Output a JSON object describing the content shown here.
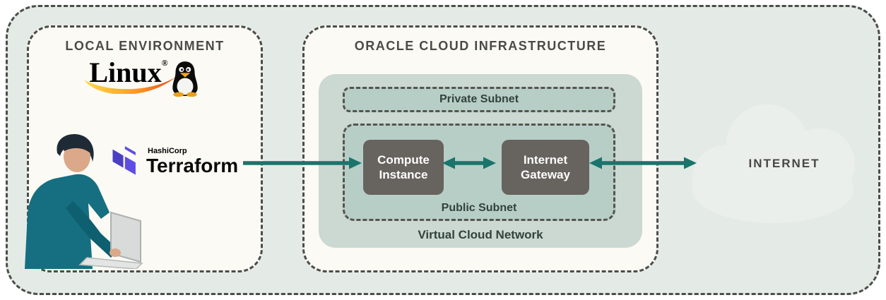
{
  "local_environment": {
    "title": "LOCAL ENVIRONMENT",
    "linux_wordmark": "Linux",
    "linux_reg_mark": "®",
    "terraform_brand": "HashiCorp",
    "terraform_wordmark": "Terraform"
  },
  "oracle_cloud": {
    "title": "ORACLE CLOUD INFRASTRUCTURE",
    "vcn_label": "Virtual Cloud Network",
    "private_subnet_label": "Private Subnet",
    "public_subnet_label": "Public Subnet",
    "compute_instance_label": "Compute Instance",
    "internet_gateway_label": "Internet Gateway"
  },
  "internet": {
    "label": "INTERNET"
  },
  "colors": {
    "canvas_bg": "#e4ebe6",
    "panel_bg": "#fbfaf4",
    "vcn_bg": "#ccd8d2",
    "subnet_bg": "#b7cec7",
    "node_bg": "#67635e",
    "node_text": "#ffffff",
    "arrow_teal": "#1b746b",
    "dashed_border": "#4c4c4a",
    "terraform_purple": "#5c4ee5",
    "terraform_purple_dark": "#4a3fc4",
    "linux_swoosh_yellow": "#ffd94d",
    "linux_swoosh_orange": "#f0541e",
    "cloud_fill": "#ebefec"
  }
}
